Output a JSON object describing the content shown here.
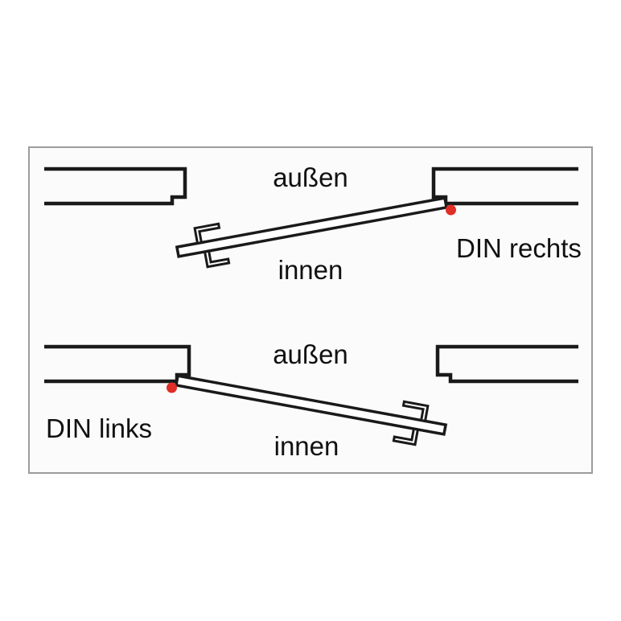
{
  "title": "DIN door hinge orientation diagram",
  "colors": {
    "line": "#1a1a1a",
    "hinge_dot": "#e02d26",
    "box_border": "#9c9c9c",
    "box_fill": "#fbfbfb",
    "background": "#ffffff",
    "text": "#111111"
  },
  "diagram": {
    "top": {
      "outside_label": "außen",
      "inside_label": "innen",
      "type_label": "DIN rechts"
    },
    "bottom": {
      "outside_label": "außen",
      "inside_label": "innen",
      "type_label": "DIN links"
    }
  }
}
